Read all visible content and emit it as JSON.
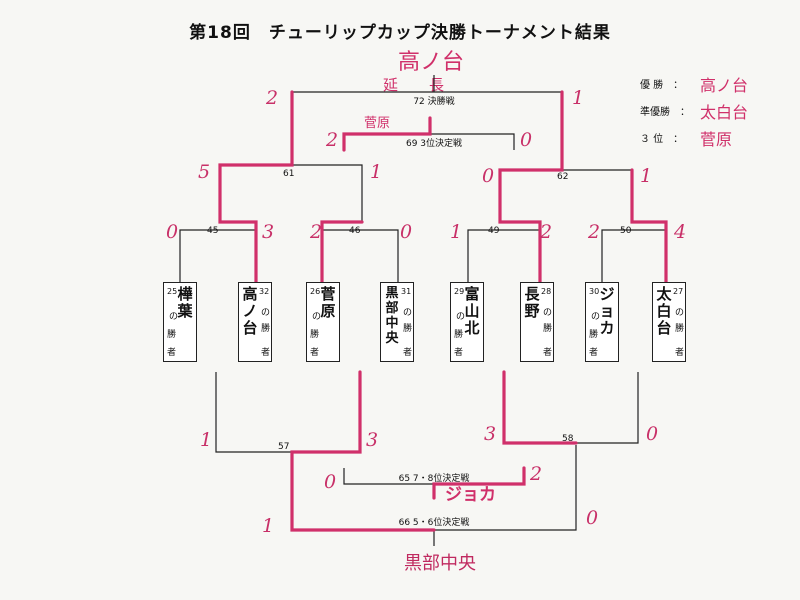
{
  "title": "第18回　チューリップカップ決勝トーナメント結果",
  "handwritten": {
    "winner": "高ノ台",
    "extra_time": "延　長",
    "third_place": "菅原",
    "seventh": "ジョカ",
    "fifth": "黒部中央"
  },
  "legend": [
    {
      "key": "優 勝　：",
      "value": "高ノ台"
    },
    {
      "key": "準優勝　：",
      "value": "太白台"
    },
    {
      "key": "３ 位　：",
      "value": "菅原"
    }
  ],
  "matches": {
    "final": "72 決勝戦",
    "third": "69 3位決定戦",
    "m61": "61",
    "m62": "62",
    "m45": "45",
    "m46": "46",
    "m49": "49",
    "m50": "50",
    "m57": "57",
    "m58": "58",
    "seven_eight": "65 7・8位決定戦",
    "five_six": "66 5・6位決定戦"
  },
  "scores": {
    "final_left": "2",
    "final_right": "1",
    "third_left": "2",
    "third_right": "0",
    "m61_left": "5",
    "m61_right": "1",
    "m62_left": "0",
    "m62_right": "1",
    "m45_left": "0",
    "m45_right": "3",
    "m46_left": "2",
    "m46_right": "0",
    "m49_left": "1",
    "m49_right": "2",
    "m50_left": "2",
    "m50_right": "4",
    "m57_left": "1",
    "m57_right": "3",
    "m58_left": "3",
    "m58_right": "0",
    "m65_left": "0",
    "m65_right": "2",
    "m66_left": "1",
    "m66_right": "0"
  },
  "teams": [
    {
      "slot": "25",
      "name": "樺葉",
      "of": "の",
      "win": "勝",
      "who": "者"
    },
    {
      "slot": "32",
      "name": "高ノ台",
      "of": "の",
      "win": "勝",
      "who": "者"
    },
    {
      "slot": "26",
      "name": "菅原",
      "of": "の",
      "win": "勝",
      "who": "者"
    },
    {
      "slot": "31",
      "name": "黒部中央",
      "of": "の",
      "win": "勝",
      "who": "者"
    },
    {
      "slot": "29",
      "name": "富山北",
      "of": "の",
      "win": "勝",
      "who": "者"
    },
    {
      "slot": "28",
      "name": "長野",
      "of": "の",
      "win": "勝",
      "who": "者"
    },
    {
      "slot": "30",
      "name": "ジョカ",
      "of": "の",
      "win": "勝",
      "who": "者"
    },
    {
      "slot": "27",
      "name": "太白台",
      "of": "の",
      "win": "勝",
      "who": "者"
    }
  ],
  "colors": {
    "ink": "#222222",
    "highlight": "#d0306a"
  }
}
